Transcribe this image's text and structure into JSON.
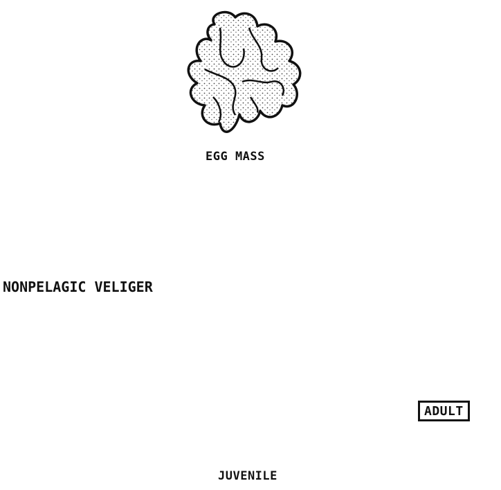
{
  "stages": {
    "egg_mass": "EGG MASS",
    "veliger": "NONPELAGIC VELIGER",
    "juvenile": "JUVENILE",
    "adult": "ADULT"
  },
  "colors": {
    "ink": "#111111",
    "stipple": "#555555",
    "background": "#ffffff"
  }
}
